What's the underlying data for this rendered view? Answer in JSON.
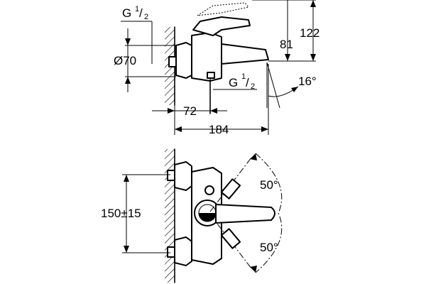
{
  "dimensions": {
    "g_top_main": "G",
    "g_top_frac": "1",
    "g_top_den": "2",
    "dia_70": "Ø70",
    "h_122": "122",
    "h_81": "81",
    "g_out_main": "G",
    "g_out_frac": "1",
    "g_out_den": "2",
    "angle_16": "16°",
    "w_72": "72",
    "w_184": "184",
    "angle_50_top": "50°",
    "angle_50_bottom": "50°",
    "spacing_150": "150±15"
  }
}
